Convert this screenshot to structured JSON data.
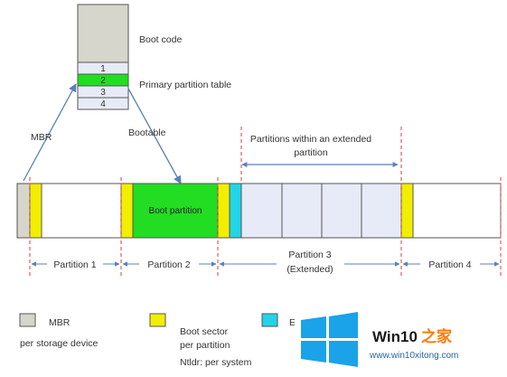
{
  "mbr_detail": {
    "boot_code": "Boot code",
    "primary_partition_table": "Primary partition table",
    "entries": [
      "1",
      "2",
      "3",
      "4"
    ],
    "bootable_entry": "2"
  },
  "pointers": {
    "mbr": "MBR",
    "bootable": "Bootable"
  },
  "extended_note": {
    "line1": "Partitions within an extended",
    "line2": "partition"
  },
  "disk": {
    "boot_partition": "Boot partition"
  },
  "partitions": [
    {
      "label": "Partition 1"
    },
    {
      "label": "Partition 2"
    },
    {
      "label": "Partition 3",
      "sublabel": "(Extended)"
    },
    {
      "label": "Partition 4"
    }
  ],
  "legend": {
    "mbr_title": "MBR",
    "mbr_desc": "per storage device",
    "boot_sector_title": "Boot sector",
    "boot_sector_desc": "per partition",
    "boot_sector_note": "Ntldr: per system",
    "ebr_title": "E"
  },
  "watermark": {
    "brand_latin": "Win10",
    "brand_cjk": "之家",
    "url": "www.win10xitong.com"
  },
  "colors": {
    "mbr_gray": "#d6d6cc",
    "boot_sector_yellow": "#f2ee00",
    "boot_partition_green": "#22dd22",
    "ebr_cyan": "#22d4e8",
    "logical_partition": "#e7ebf7",
    "red_dashed": "#e05050",
    "arrow_blue": "#5a7fb8"
  }
}
